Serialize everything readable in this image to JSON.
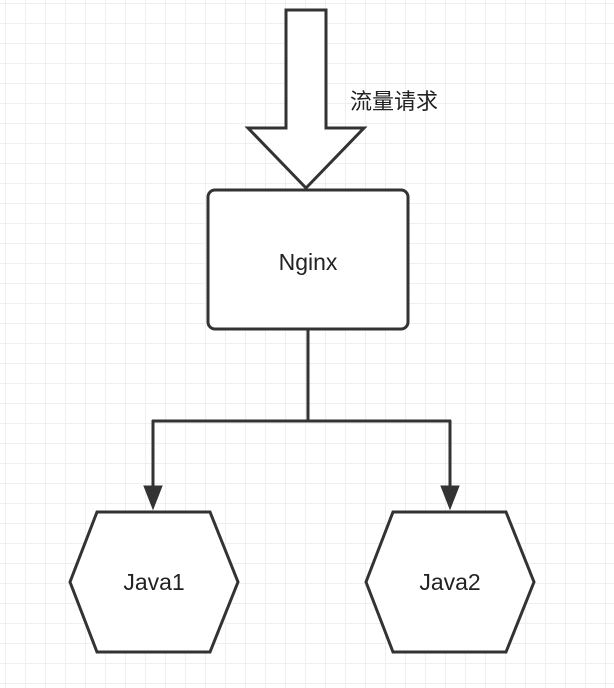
{
  "diagram": {
    "request_label": "流量请求",
    "nodes": {
      "nginx": "Nginx",
      "java1": "Java1",
      "java2": "Java2"
    },
    "colors": {
      "stroke": "#333333",
      "fill": "#ffffff",
      "grid": "#efefef",
      "text": "#222222"
    }
  }
}
